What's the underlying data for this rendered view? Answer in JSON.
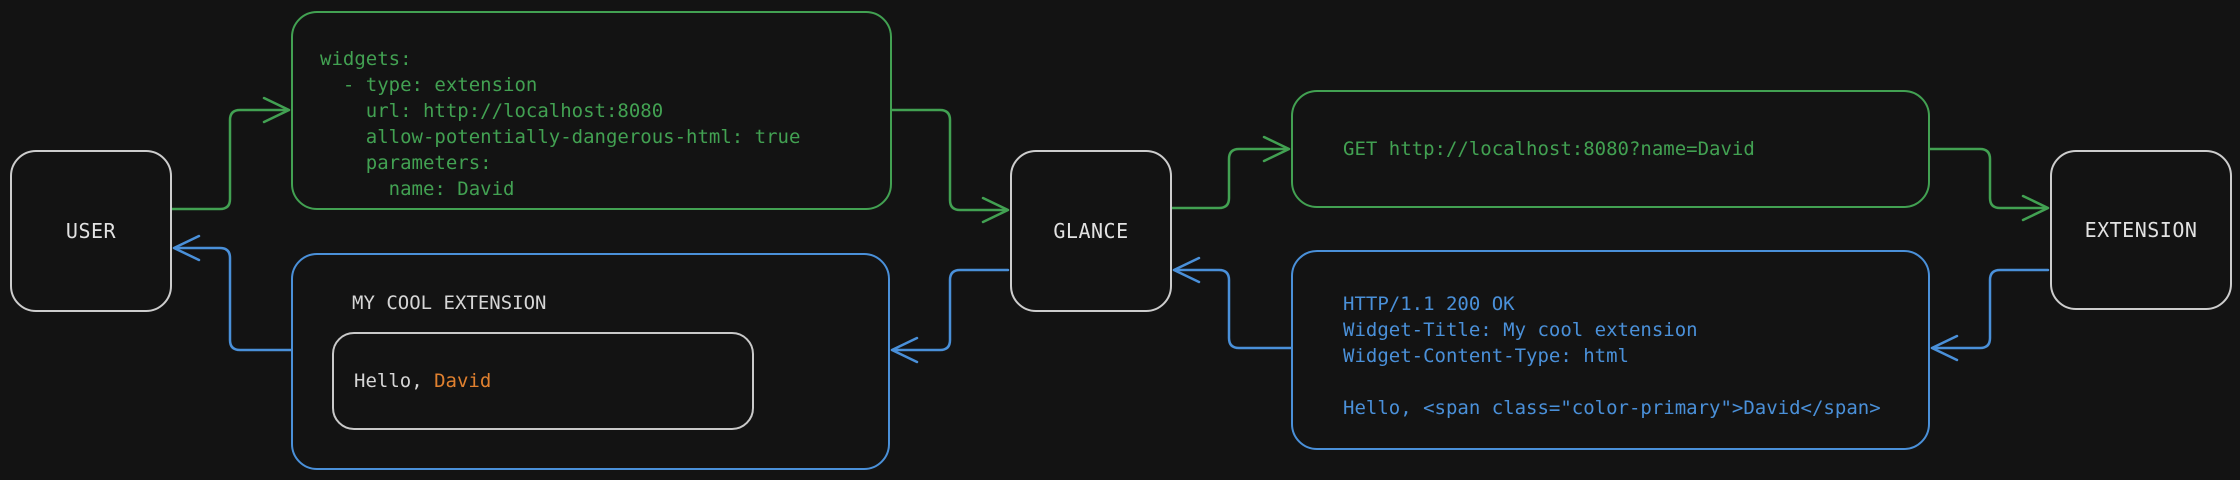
{
  "diagram": {
    "nodes": {
      "user": {
        "label": "USER"
      },
      "glance": {
        "label": "GLANCE"
      },
      "extension": {
        "label": "EXTENSION"
      }
    },
    "config_box": {
      "lines": [
        "widgets:",
        "  - type: extension",
        "    url: http://localhost:8080",
        "    allow-potentially-dangerous-html: true",
        "    parameters:",
        "      name: David"
      ]
    },
    "request_box": {
      "text": "GET http://localhost:8080?name=David"
    },
    "response_box": {
      "lines": [
        "HTTP/1.1 200 OK",
        "Widget-Title: My cool extension",
        "Widget-Content-Type: html",
        "",
        "Hello, <span class=\"color-primary\">David</span>"
      ]
    },
    "widget_preview": {
      "title": "MY COOL EXTENSION",
      "greeting_prefix": "Hello, ",
      "greeting_name": "David"
    },
    "colors": {
      "background": "#131313",
      "node_border": "#cdcdcd",
      "text_light": "#d6d6d6",
      "request_green": "#42a152",
      "response_blue": "#4a90d9",
      "accent_orange": "#e0802f"
    }
  }
}
